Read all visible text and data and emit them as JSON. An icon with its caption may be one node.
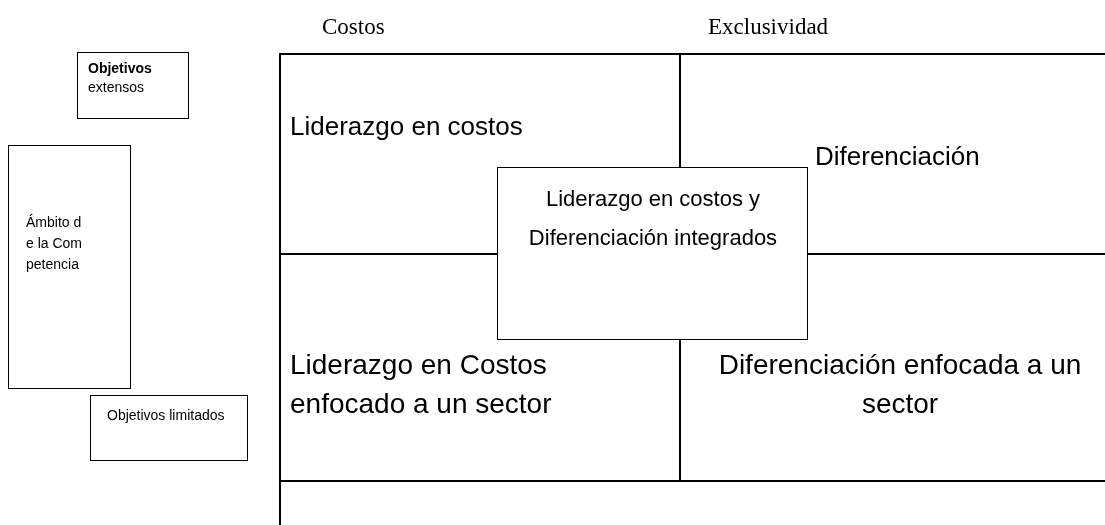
{
  "diagram": {
    "nodes": [
      {
        "text": [
          "**Objetivos** extensos"
        ]
      },
      {
        "text": [
          "Ámbito de la Competencia"
        ]
      },
      {
        "text": [
          "Objetivos limitados"
        ]
      },
      {
        "text": [
          "Liderazgo en costos"
        ]
      },
      {
        "text": [
          "Diferenciación"
        ]
      },
      {
        "text": [
          "Liderazgo en Costos enfocado a un sector"
        ]
      },
      {
        "text": [
          "Diferenciación enfocada a un sector"
        ]
      },
      {
        "text": [
          "Liderazgo en costos y Diferenciación integrados"
        ]
      }
    ],
    "edges": [],
    "labels": [
      "Costos",
      "Exclusividad"
    ]
  }
}
